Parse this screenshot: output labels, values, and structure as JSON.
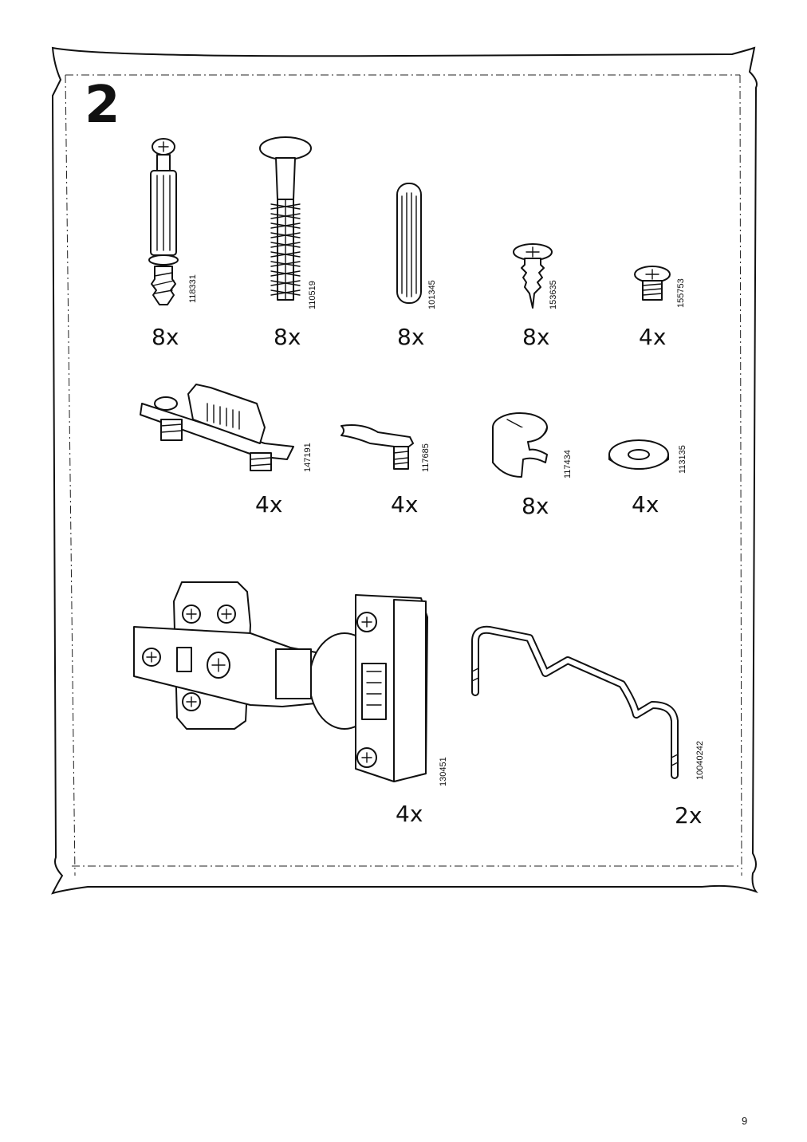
{
  "step": {
    "number": "2"
  },
  "parts": [
    {
      "id": "118331",
      "qty": "8x",
      "icon": "cam-bolt-icon"
    },
    {
      "id": "110519",
      "qty": "8x",
      "icon": "shelf-pin-plug-icon"
    },
    {
      "id": "101345",
      "qty": "8x",
      "icon": "wooden-dowel-icon"
    },
    {
      "id": "153635",
      "qty": "8x",
      "icon": "wood-screw-icon"
    },
    {
      "id": "155753",
      "qty": "4x",
      "icon": "short-screw-icon"
    },
    {
      "id": "147191",
      "qty": "4x",
      "icon": "mounting-bracket-icon"
    },
    {
      "id": "117685",
      "qty": "4x",
      "icon": "shelf-support-icon"
    },
    {
      "id": "117434",
      "qty": "8x",
      "icon": "cam-lock-icon"
    },
    {
      "id": "113135",
      "qty": "4x",
      "icon": "washer-icon"
    },
    {
      "id": "130451",
      "qty": "4x",
      "icon": "hinge-icon"
    },
    {
      "id": "10040242",
      "qty": "2x",
      "icon": "wire-rail-icon"
    }
  ],
  "page": {
    "number": "9"
  }
}
